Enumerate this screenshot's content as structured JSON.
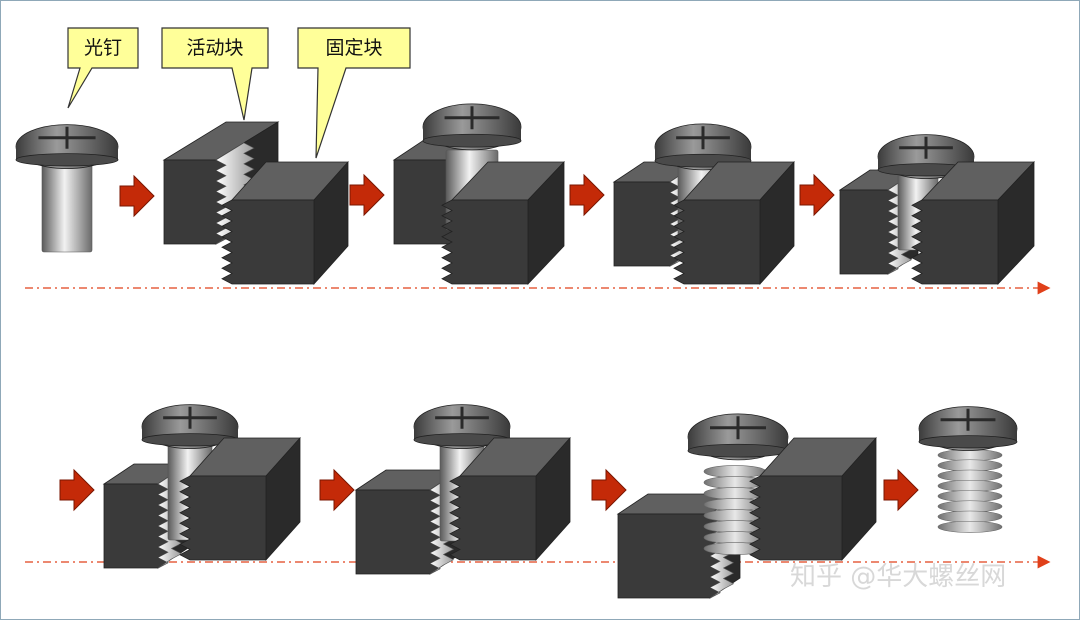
{
  "callouts": {
    "screw": "光钉",
    "moving_block": "活动块",
    "fixed_block": "固定块"
  },
  "watermark": "知乎 @华大螺丝网",
  "colors": {
    "arrow": "#c42a08",
    "dashline": "#e0401a",
    "callout_fill": "#ffff99",
    "callout_stroke": "#333333",
    "block_front": "#3a3a3a",
    "block_top": "#606060",
    "block_side": "#2a2a2a",
    "frame": "#8fa8b8"
  }
}
